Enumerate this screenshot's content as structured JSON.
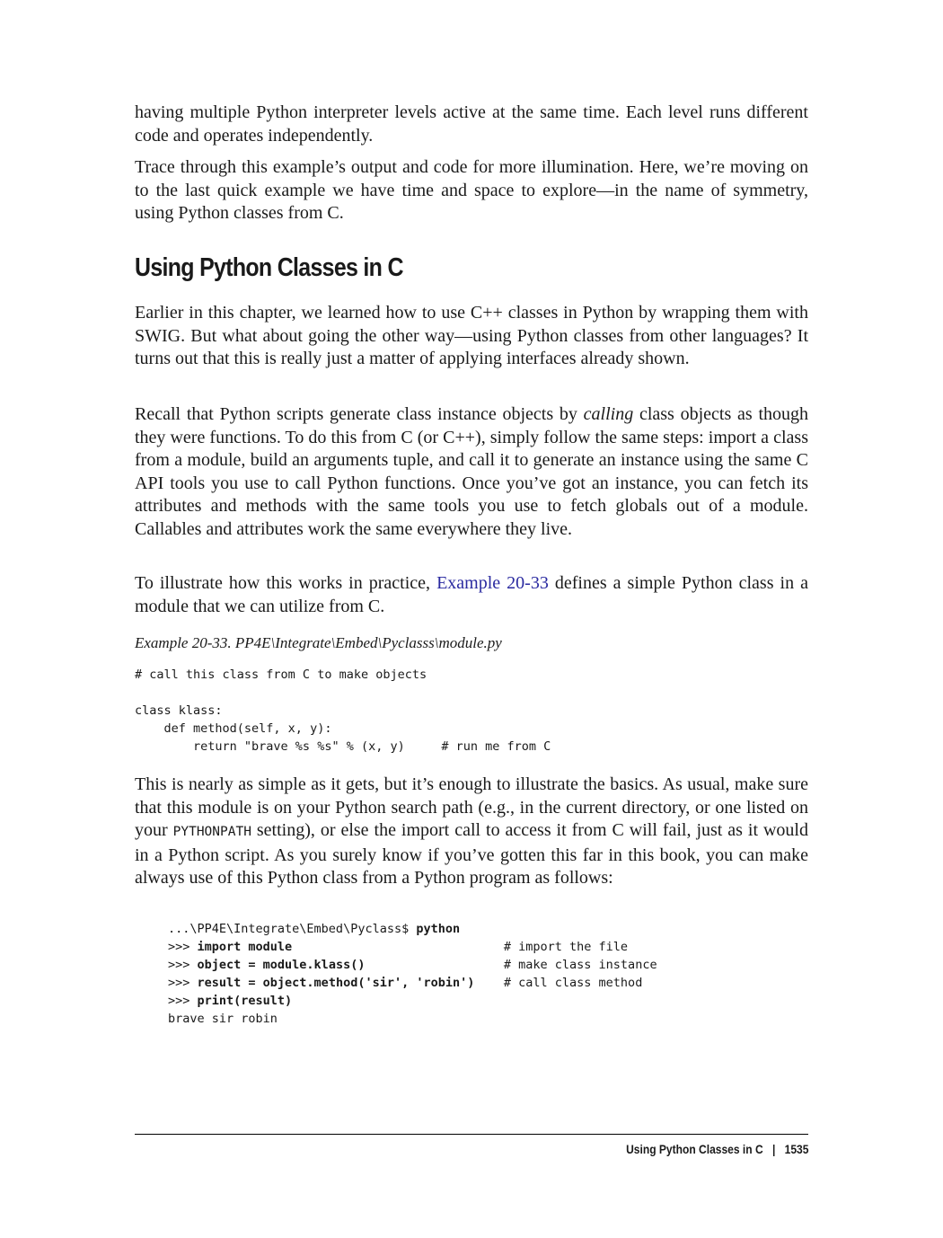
{
  "paragraphs": {
    "p1": "having multiple Python interpreter levels active at the same time. Each level runs different code and operates independently.",
    "p2": "Trace through this example’s output and code for more illumination. Here, we’re moving on to the last quick example we have time and space to explore—in the name of symmetry, using Python classes from C.",
    "p3": "Earlier in this chapter, we learned how to use C++ classes in Python by wrapping them with SWIG. But what about going the other way—using Python classes from other languages? It turns out that this is really just a matter of applying interfaces already shown.",
    "p4_before": "Recall that Python scripts generate class instance objects by ",
    "p4_em": "calling",
    "p4_after": " class objects as though they were functions. To do this from C (or C++), simply follow the same steps: import a class from a module, build an arguments tuple, and call it to generate an instance using the same C API tools you use to call Python functions. Once you’ve got an instance, you can fetch its attributes and methods with the same tools you use to fetch globals out of a module. Callables and attributes work the same everywhere they live.",
    "p5_before": "To illustrate how this works in practice, ",
    "p5_link": "Example 20-33",
    "p5_after": " defines a simple Python class in a module that we can utilize from C.",
    "p6_before": "This is nearly as simple as it gets, but it’s enough to illustrate the basics. As usual, make sure that this module is on your Python search path (e.g., in the current directory, or one listed on your ",
    "p6_code": "PYTHONPATH",
    "p6_after": " setting), or else the import call to access it from C will fail, just as it would in a Python script. As you surely know if you’ve gotten this far in this book, you can make always use of this Python class from a Python program as follows:"
  },
  "section_title": "Using Python Classes in C",
  "example_title": "Example 20-33. PP4E\\Integrate\\Embed\\Pyclasss\\module.py",
  "code_module": "# call this class from C to make objects\n\nclass klass:\n    def method(self, x, y):\n        return \"brave %s %s\" % (x, y)     # run me from C",
  "session": {
    "l1_prompt": "...\\PP4E\\Integrate\\Embed\\Pyclass$ ",
    "l1_cmd": "python",
    "l2_prompt": ">>> ",
    "l2_cmd": "import module",
    "l2_pad": "                             ",
    "l2_comment": "# import the file",
    "l3_prompt": ">>> ",
    "l3_cmd": "object = module.klass()",
    "l3_pad": "                   ",
    "l3_comment": "# make class instance",
    "l4_prompt": ">>> ",
    "l4_cmd": "result = object.method('sir', 'robin')",
    "l4_pad": "    ",
    "l4_comment": "# call class method",
    "l5_prompt": ">>> ",
    "l5_cmd": "print(result)",
    "l6_output": "brave sir robin"
  },
  "footer": {
    "section": "Using Python Classes in C",
    "separator": "|",
    "page_number": "1535"
  }
}
